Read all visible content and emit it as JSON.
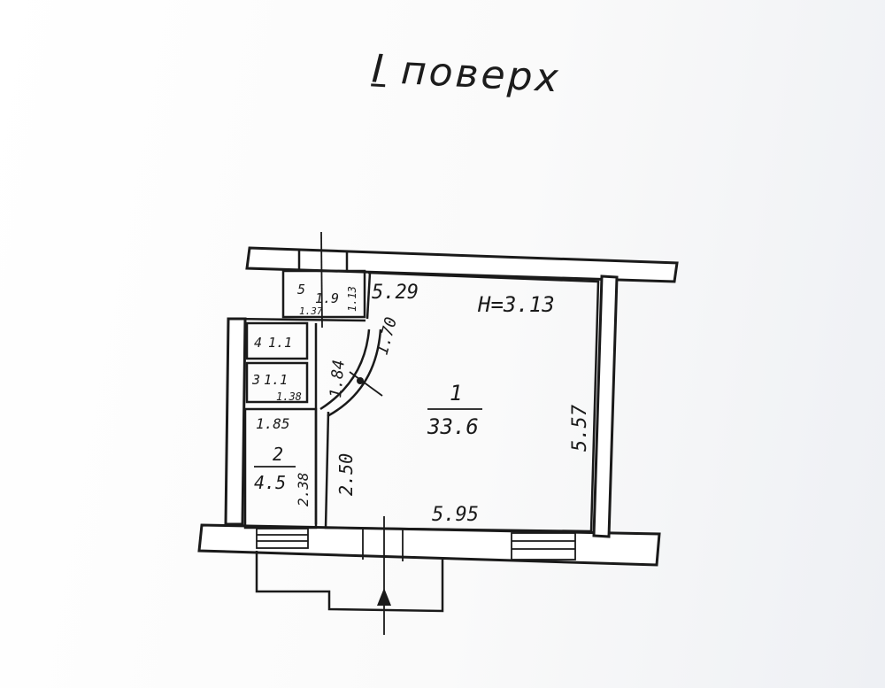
{
  "plan": {
    "floor_title": "поверх",
    "floor_roman": "I",
    "height_note": "H=3.13",
    "dimensions": {
      "room1_top": "5.29",
      "room1_right": "5.57",
      "room1_bottom": "5.95",
      "room1_left": "2.50",
      "door_curve": "1.70",
      "corridor": "1.84",
      "room2_top": "1.85",
      "room2_left": "2.38",
      "room5_side": "1.13",
      "room5_bottom": "1.37",
      "room3_bottom": "1.38"
    },
    "rooms": [
      {
        "number": "1",
        "area": "33.6"
      },
      {
        "number": "2",
        "area": "4.5"
      },
      {
        "number": "3",
        "area": "1.1"
      },
      {
        "number": "4",
        "area": "1.1"
      },
      {
        "number": "5",
        "area": "1.9"
      }
    ],
    "colors": {
      "ink": "#1a1a1a",
      "paper": "#ffffff"
    }
  }
}
